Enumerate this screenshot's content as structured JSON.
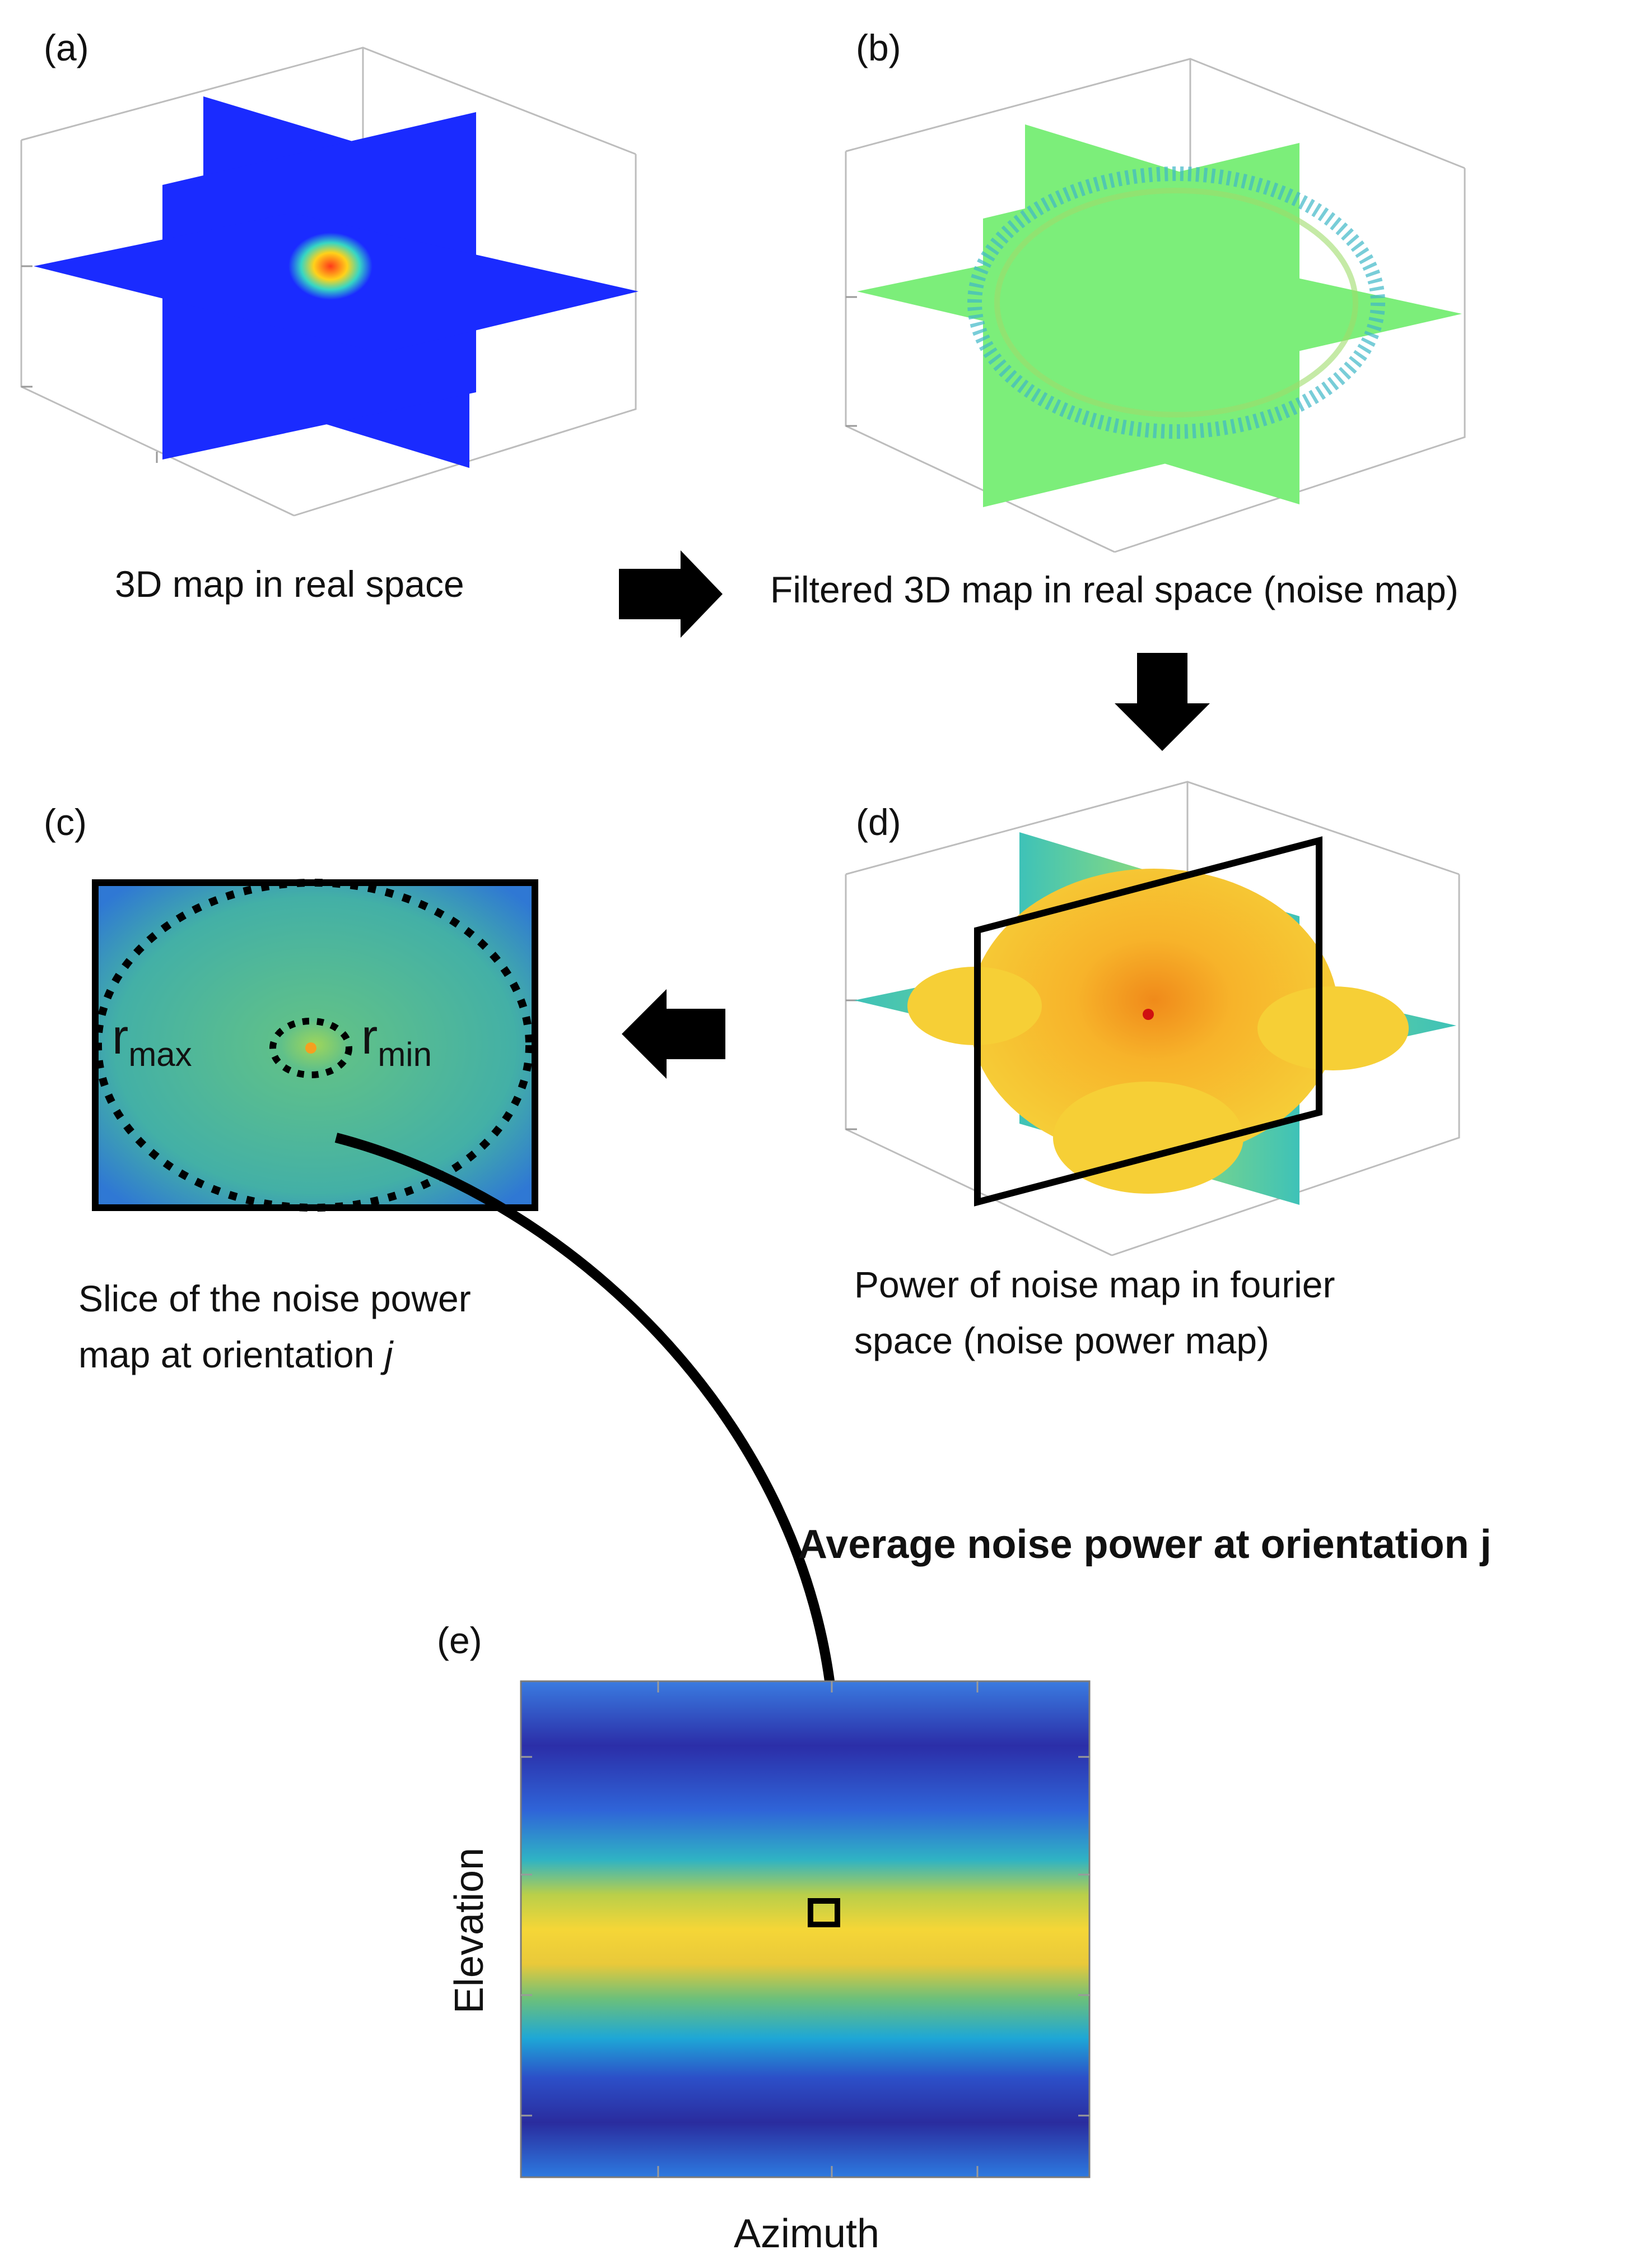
{
  "panels": {
    "a": {
      "tag": "(a)",
      "caption": "3D map in real space"
    },
    "b": {
      "tag": "(b)",
      "caption": "Filtered 3D map in real space (noise map)"
    },
    "c": {
      "tag": "(c)",
      "caption_line1": "Slice of the noise power",
      "caption_line2": "map at orientation ",
      "caption_italic": "j",
      "r_max": "r",
      "r_max_sub": "max",
      "r_min": "r",
      "r_min_sub": "min"
    },
    "d": {
      "tag": "(d)",
      "caption_line1": "Power of noise map in fourier",
      "caption_line2": "space (noise power map)"
    },
    "e": {
      "tag": "(e)",
      "xlabel": "Azimuth",
      "ylabel": "Elevation"
    }
  },
  "arrow_label": "Average noise power at orientation j",
  "colors": {
    "jet_blue": "#1a2bff",
    "noise_green": "#7cee7a",
    "parula_dark": "#3a3aa8",
    "parula_yellow": "#f2d02a",
    "slice_teal": "#4fb39a",
    "arrow": "#000000"
  },
  "icons": [
    "arrow-right-icon",
    "arrow-down-icon",
    "arrow-left-icon",
    "curved-arrow-icon"
  ]
}
